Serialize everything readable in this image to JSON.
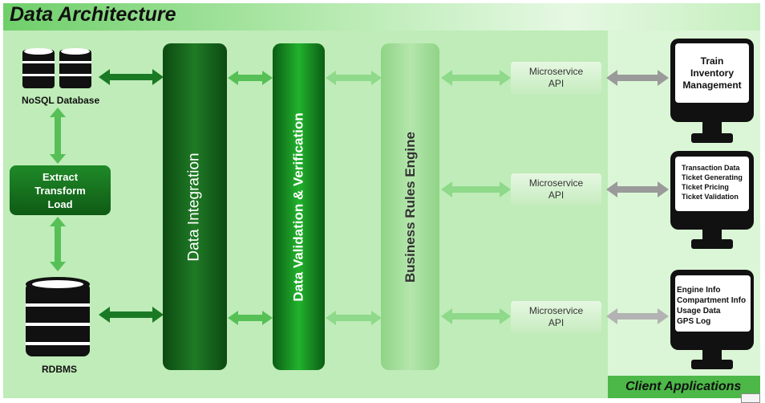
{
  "header": {
    "title": "Data Architecture"
  },
  "databases": {
    "nosql_label": "NoSQL Database",
    "rdbms_label": "RDBMS"
  },
  "etl": {
    "lines": [
      "Extract",
      "Transform",
      "Load"
    ]
  },
  "pillars": {
    "integration": "Data Integration",
    "validation": "Data Validation & Verification",
    "rules": "Business Rules Engine"
  },
  "microservices": [
    {
      "line1": "Microservice",
      "line2": "API"
    },
    {
      "line1": "Microservice",
      "line2": "API"
    },
    {
      "line1": "Microservice",
      "line2": "API"
    }
  ],
  "clients": {
    "footer": "Client Applications",
    "apps": [
      {
        "lines": [
          "Train",
          "Inventory",
          "Management"
        ]
      },
      {
        "lines": [
          "Transaction Data",
          "Ticket Generating",
          "Ticket Pricing",
          "Ticket Validation"
        ]
      },
      {
        "lines": [
          "Engine Info",
          "Compartment Info",
          "Usage Data",
          "GPS Log"
        ]
      }
    ]
  },
  "colors": {
    "dark_green": "#0c4a12",
    "bright_green": "#22b22c",
    "light_green": "#b5e6ad",
    "arrow_dark": "#1a7a24",
    "arrow_mid": "#56c056",
    "arrow_light": "#8fd98a",
    "arrow_gray": "#999999"
  }
}
